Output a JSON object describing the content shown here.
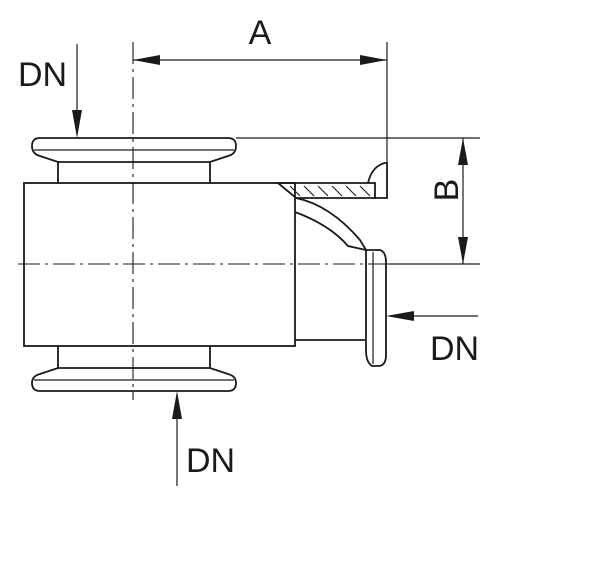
{
  "labels": {
    "dimension_a": "A",
    "dimension_b": "B",
    "dn_top": "DN",
    "dn_right": "DN",
    "dn_bottom": "DN"
  },
  "colors": {
    "line": "#1a1a1a",
    "background": "#ffffff"
  }
}
